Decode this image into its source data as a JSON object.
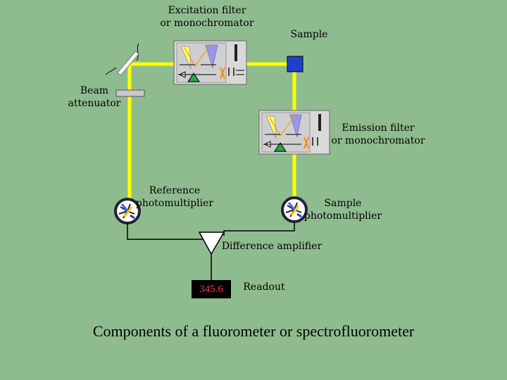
{
  "labels": {
    "excitation_line1": "Excitation filter",
    "excitation_line2": "or monochromator",
    "sample": "Sample",
    "beam_line1": "Beam",
    "beam_line2": "attenuator",
    "emission_line1": "Emission filter",
    "emission_line2": "or monochromator",
    "reference_line1": "Reference",
    "reference_line2": "photomultiplier",
    "sample_pm_line1": "Sample",
    "sample_pm_line2": "photomultiplier",
    "difference_amplifier": "Difference amplifier",
    "readout_value": "345.6",
    "readout_label": "Readout"
  },
  "caption": "Components of a fluorometer or spectrofluorometer",
  "colors": {
    "background": "#8fbc8f",
    "beam": "#ffff00",
    "sample_cell": "#1f3fcc",
    "readout_text": "#ff3b3b"
  }
}
